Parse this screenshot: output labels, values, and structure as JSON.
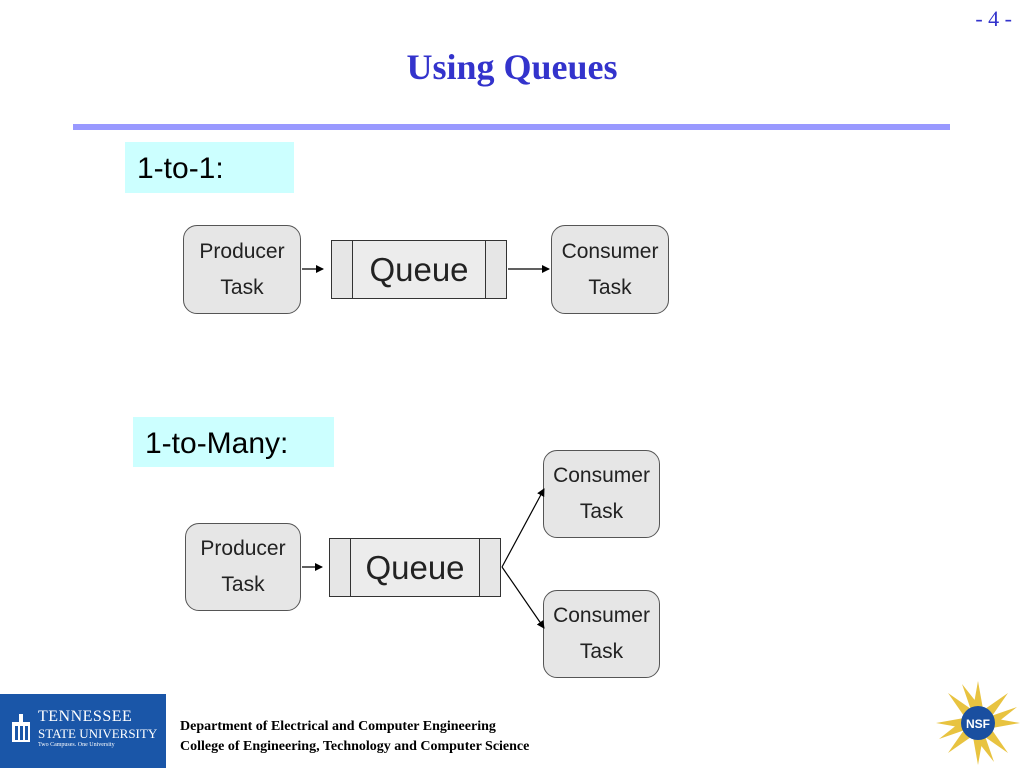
{
  "page_number": "- 4 -",
  "title": "Using Queues",
  "sections": [
    {
      "label": "1-to-1:",
      "producer": [
        "Producer",
        "Task"
      ],
      "queue": "Queue",
      "consumers": [
        [
          "Consumer",
          "Task"
        ]
      ]
    },
    {
      "label": "1-to-Many:",
      "producer": [
        "Producer",
        "Task"
      ],
      "queue": "Queue",
      "consumers": [
        [
          "Consumer",
          "Task"
        ],
        [
          "Consumer",
          "Task"
        ]
      ]
    }
  ],
  "footer": {
    "university_name": "Tennessee",
    "university_sub": "State University",
    "university_tagline": "Two Campuses. One University",
    "line1": "Department of Electrical and Computer Engineering",
    "line2": "College of Engineering, Technology and Computer Science",
    "nsf_logo": "NSF"
  },
  "colors": {
    "title": "#3333cc",
    "rule": "#9999ff",
    "label_bg": "#ccffff",
    "node_bg": "#e6e6e6",
    "footer_logo_bg": "#1a56a8"
  }
}
